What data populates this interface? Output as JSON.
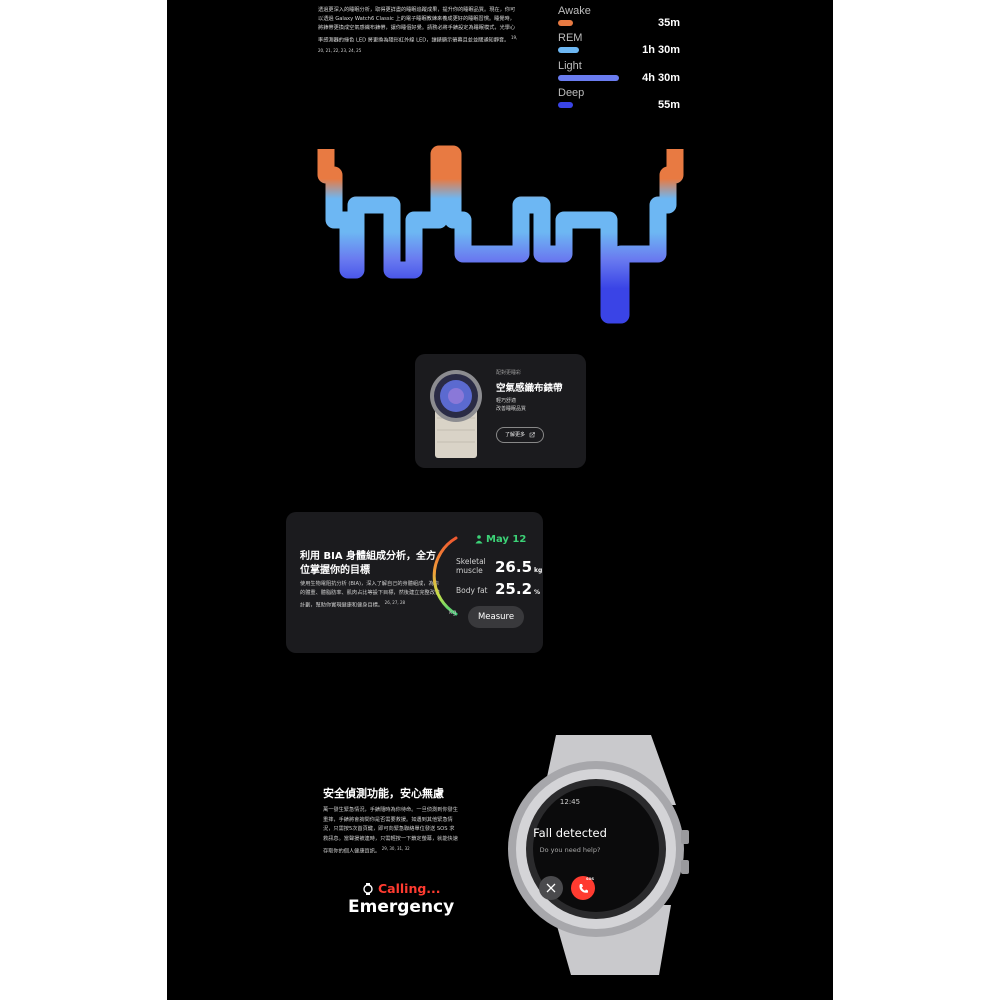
{
  "sleep": {
    "description": "透過更深入的睡眠分析，取得更詳盡的睡眠追蹤成果，提升你的睡眠品質。現在，你可以透過 Galaxy Watch6 Classic 上的電子睡眠教練來養成更好的睡眠習慣。睡覺時，將錶帶更換成空氣感織布錶帶，讓你睡個好覺。請務必將手錶設定為睡眠模式，光學心率感測器的綠色 LED 將更換為隱形紅外線 LED，讓錶顯示螢幕且並並關通知靜音。",
    "footnotes": "19, 20, 21, 22, 23, 24, 25",
    "stages": [
      {
        "label": "Awake",
        "duration": "35m",
        "color": "#e87a42",
        "fraction": 0.12
      },
      {
        "label": "REM",
        "duration": "1h 30m",
        "color": "#6db7f3",
        "fraction": 0.17
      },
      {
        "label": "Light",
        "duration": "4h 30m",
        "color": "#6a7cf0",
        "fraction": 0.5
      },
      {
        "label": "Deep",
        "duration": "55m",
        "color": "#3a44e6",
        "fraction": 0.12
      }
    ]
  },
  "strap_card": {
    "kicker": "配對更睡彩",
    "title": "空氣感織布錶帶",
    "subtitle_line1": "輕巧舒適",
    "subtitle_line2": "改善睡眠品質",
    "button_label": "了解更多",
    "button_icon": "external-link-icon"
  },
  "bia": {
    "title": "利用 BIA 身體組成分析，全方位掌握你的目標",
    "description": "使用生物電阻抗分析 (BIA)，深入了解自己的身體組成，為你的體重、體脂肪率、肌肉占比等設下目標，然後建立完整改善計劃，幫助你實現健康和健身目標。",
    "footnotes": "26, 27, 28",
    "date": "May 12",
    "date_icon": "person-icon",
    "arc_unit": "kg",
    "metrics": [
      {
        "label_line1": "Skeletal",
        "label_line2": "muscle",
        "value": "26.5",
        "unit": "kg"
      },
      {
        "label_line1": "Body fat",
        "label_line2": "",
        "value": "25.2",
        "unit": "%"
      }
    ],
    "measure_label": "Measure",
    "colors": {
      "accent_green": "#3cd277",
      "arc_red": "#f0582f"
    }
  },
  "safety": {
    "title": "安全偵測功能，安心無慮",
    "description": "萬一發生緊急情況，手錶隨時為你待命。一旦偵測到你發生重摔，手錶將會詢問你是否需要救援。如遇到其他緊急情況，只需按5次首頁鍵，即可向緊急聯絡單位發送 SOS 求救訊息。當聲援被連時，只需輕按一下鎖定螢幕，就能快速存取你的個人健康資訊。",
    "footnotes": "29, 30, 31, 32",
    "calling": "Calling...",
    "emergency": "Emergency",
    "calling_icon": "watch-icon",
    "watch": {
      "time": "12:45",
      "headline": "Fall detected",
      "question": "Do you need help?",
      "sos_tag": "SOS",
      "dismiss_icon": "close-icon",
      "call_icon": "phone-icon"
    }
  }
}
